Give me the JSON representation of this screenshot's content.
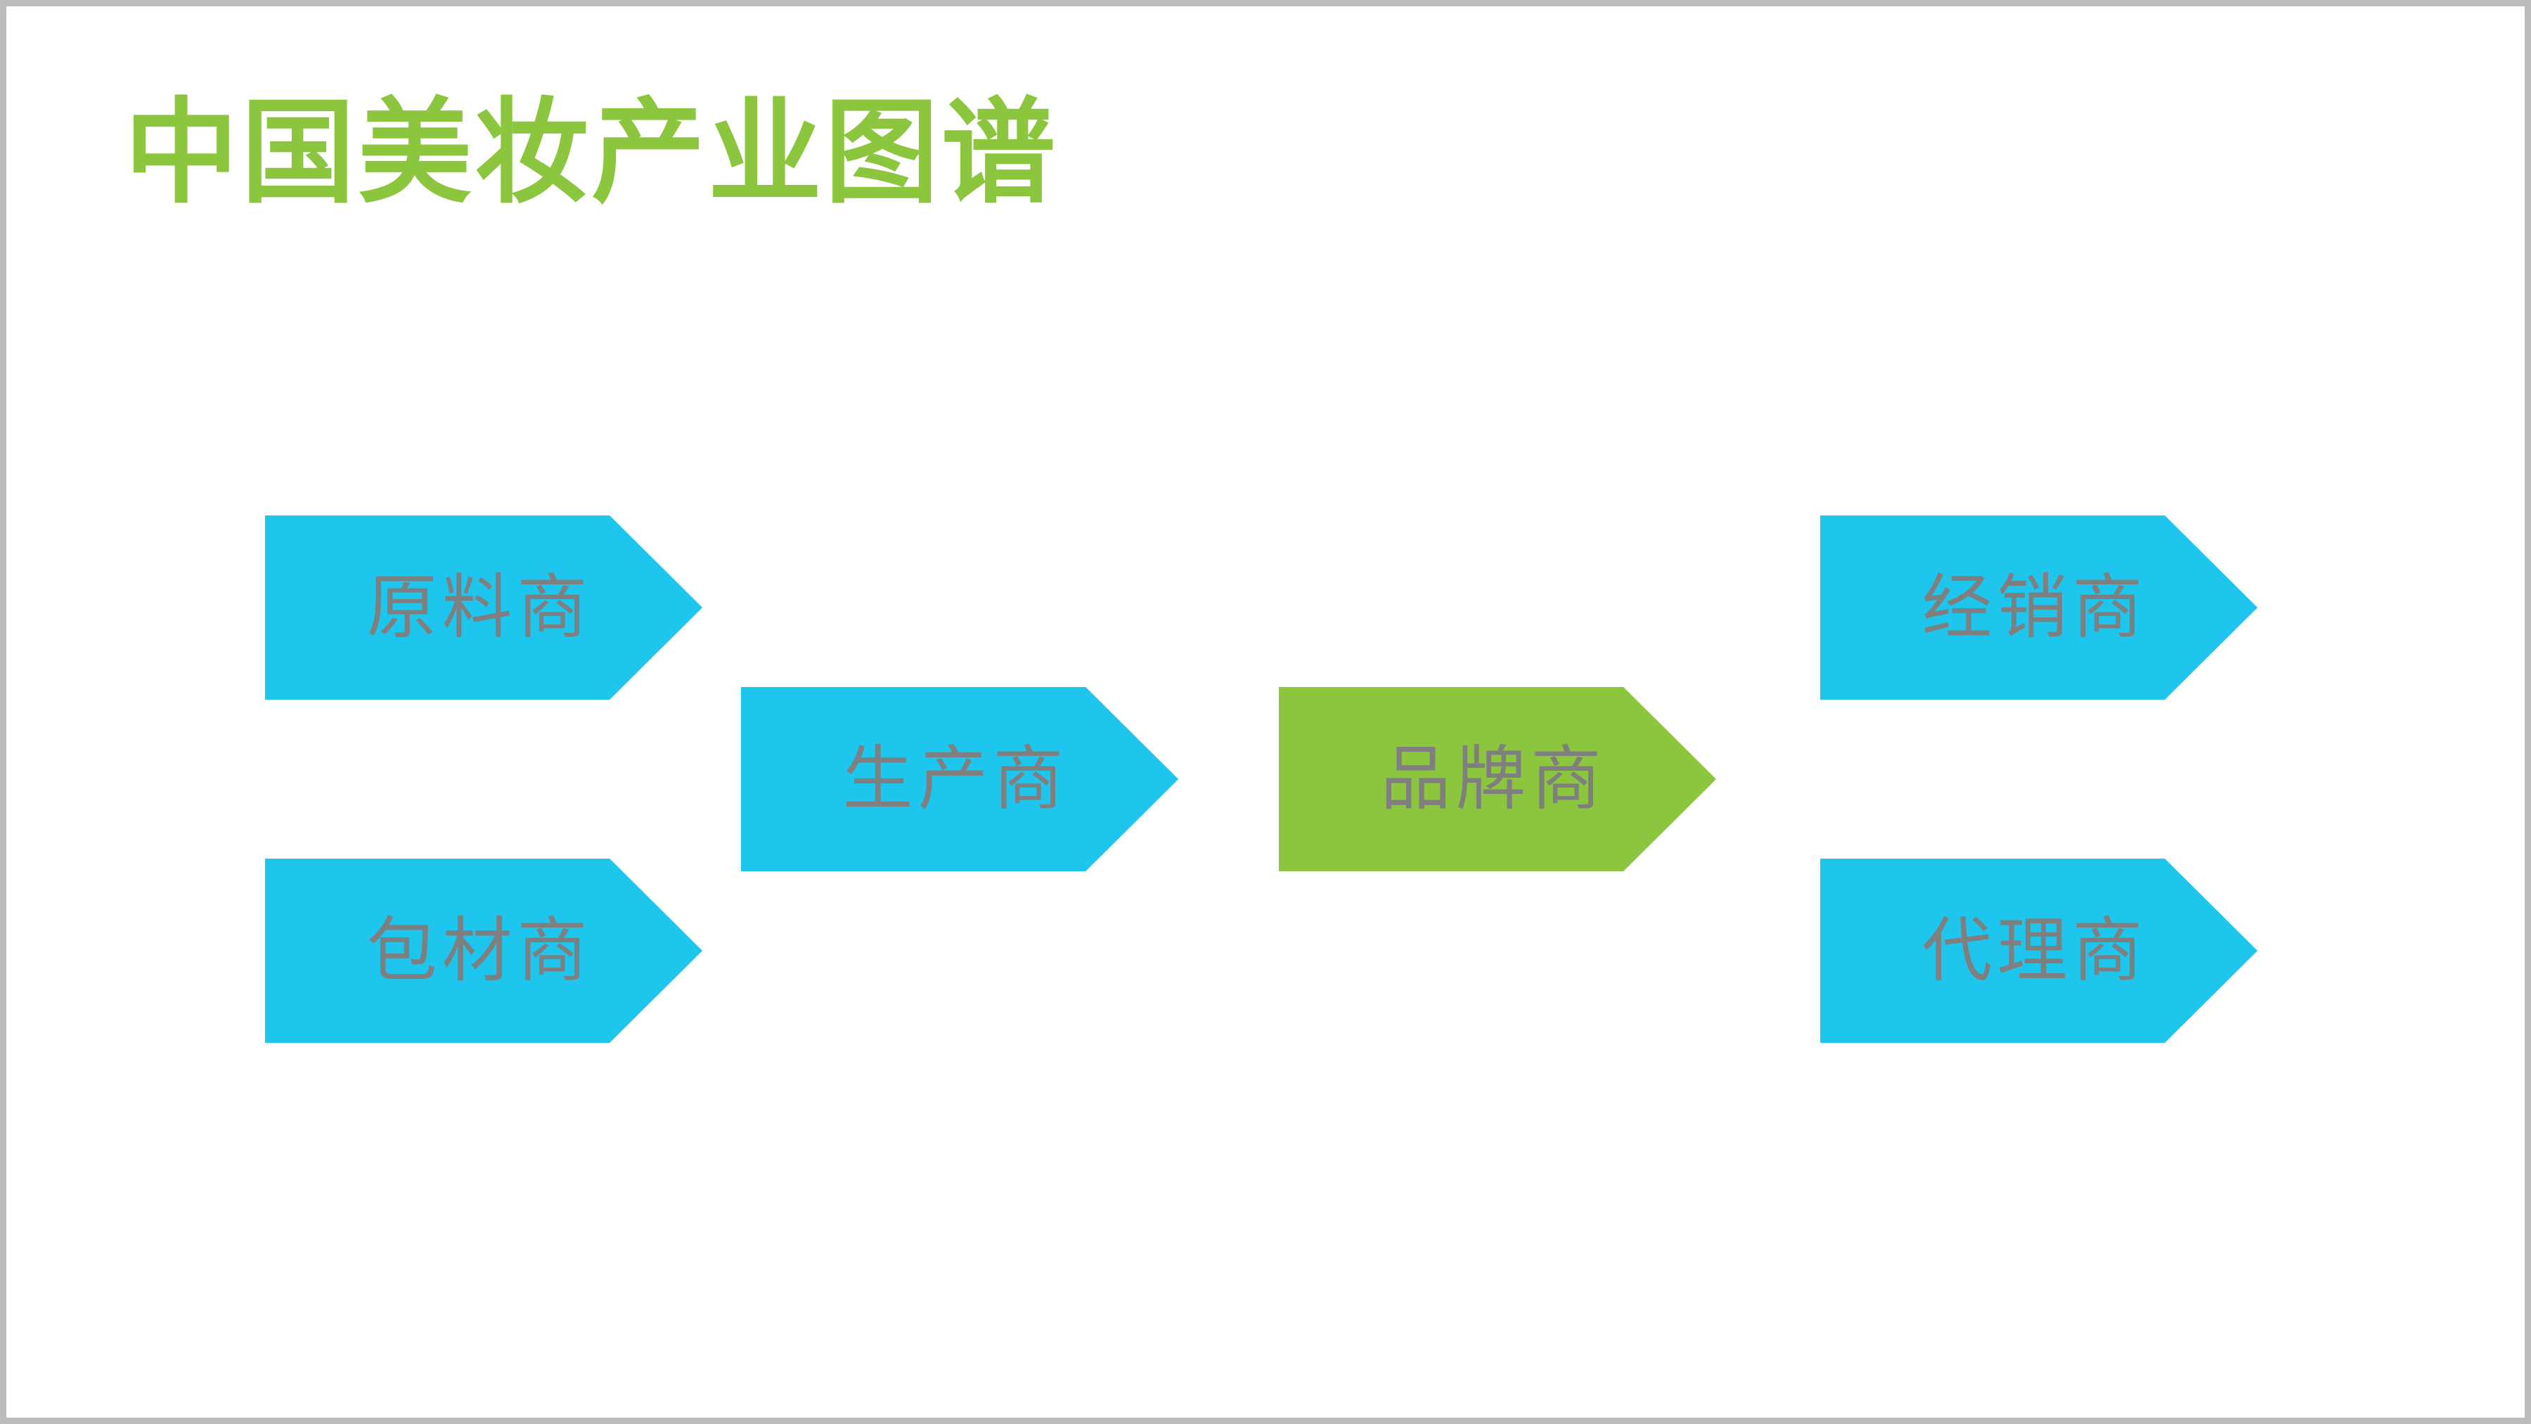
{
  "title": "中国美妆产业图谱",
  "colors": {
    "title_green": "#8cc63f",
    "node_cyan": "#1ec6ee",
    "node_green": "#8cc63f",
    "label_gray": "#7f7f7f",
    "frame_gray": "#bcbcbc",
    "background": "#ffffff"
  },
  "nodes": [
    {
      "label": "原料商",
      "role": "raw-material-supplier",
      "color": "#1ec6ee"
    },
    {
      "label": "包材商",
      "role": "packaging-supplier",
      "color": "#1ec6ee"
    },
    {
      "label": "生产商",
      "role": "manufacturer",
      "color": "#1ec6ee"
    },
    {
      "label": "品牌商",
      "role": "brand-owner",
      "color": "#8cc63f"
    },
    {
      "label": "经销商",
      "role": "distributor",
      "color": "#1ec6ee"
    },
    {
      "label": "代理商",
      "role": "agent",
      "color": "#1ec6ee"
    }
  ]
}
